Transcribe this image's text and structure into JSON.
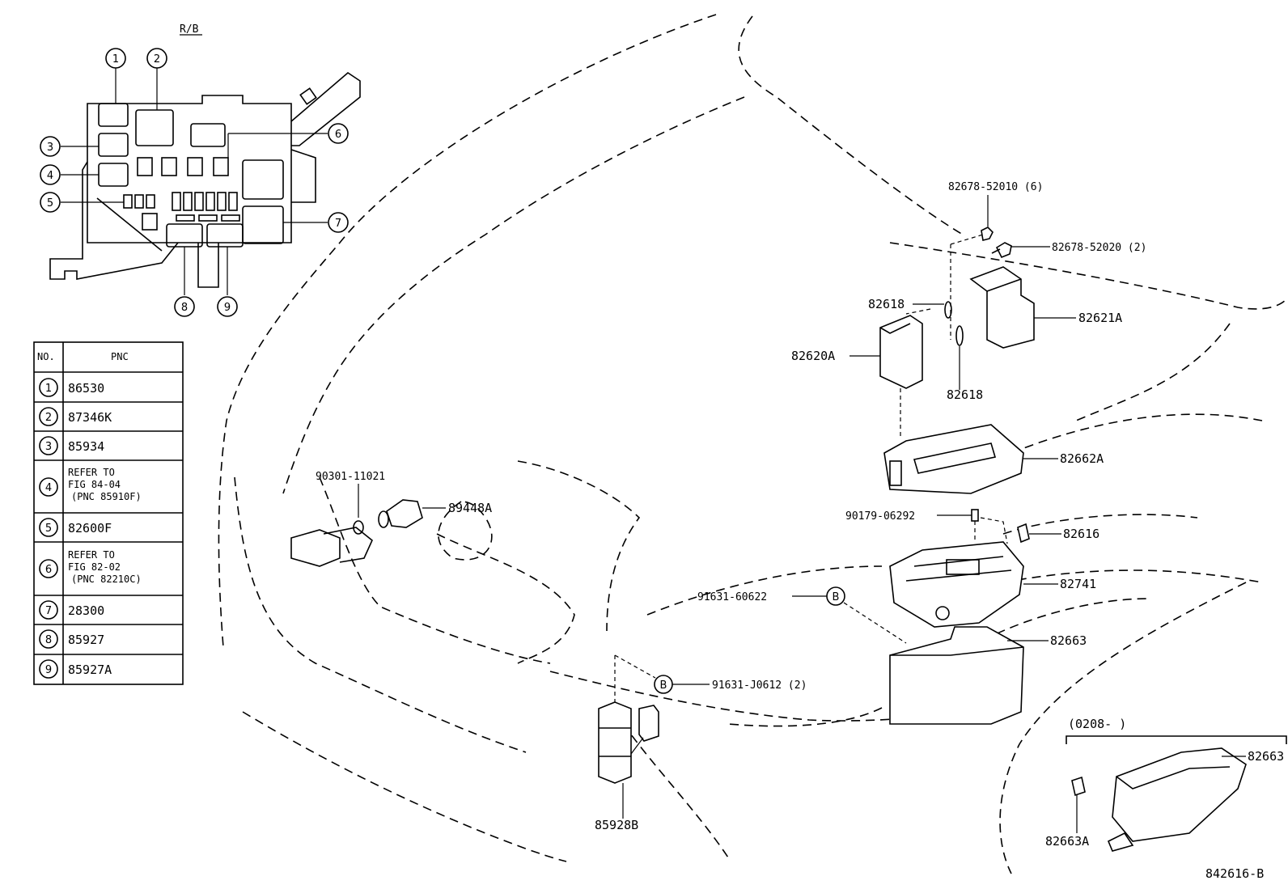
{
  "relay_block_title": "R/B",
  "callouts": [
    "1",
    "2",
    "3",
    "4",
    "5",
    "6",
    "7",
    "8",
    "9"
  ],
  "table": {
    "header_no": "NO.",
    "header_pnc": "PNC",
    "rows": [
      {
        "no": "1",
        "lines": [
          "86530"
        ]
      },
      {
        "no": "2",
        "lines": [
          "87346K"
        ]
      },
      {
        "no": "3",
        "lines": [
          "85934"
        ]
      },
      {
        "no": "4",
        "lines": [
          "REFER TO",
          "FIG 84-04",
          "(PNC 85910F)"
        ]
      },
      {
        "no": "5",
        "lines": [
          "82600F"
        ]
      },
      {
        "no": "6",
        "lines": [
          "REFER TO",
          "FIG 82-02",
          "(PNC 82210C)"
        ]
      },
      {
        "no": "7",
        "lines": [
          "28300"
        ]
      },
      {
        "no": "8",
        "lines": [
          "85927"
        ]
      },
      {
        "no": "9",
        "lines": [
          "85927A"
        ]
      }
    ]
  },
  "parts": {
    "p82678_52010": "82678-52010 (6)",
    "p82678_52020": "82678-52020 (2)",
    "p82618_top": "82618",
    "p82618_bottom": "82618",
    "p82621A": "82621A",
    "p82620A": "82620A",
    "p82662A": "82662A",
    "p90179": "90179-06292",
    "p82616": "82616",
    "p82741": "82741",
    "p91631_60622": "91631-60622",
    "p82663": "82663",
    "p91631_J0612": "91631-J0612 (2)",
    "p90301": "90301-11021",
    "p89448A": "89448A",
    "p85928B": "85928B",
    "inset_range": "(0208-     )",
    "inset_82663": "82663",
    "inset_82663A": "82663A",
    "ref_B1": "B",
    "ref_B2": "B"
  },
  "figure_id": "842616-B"
}
